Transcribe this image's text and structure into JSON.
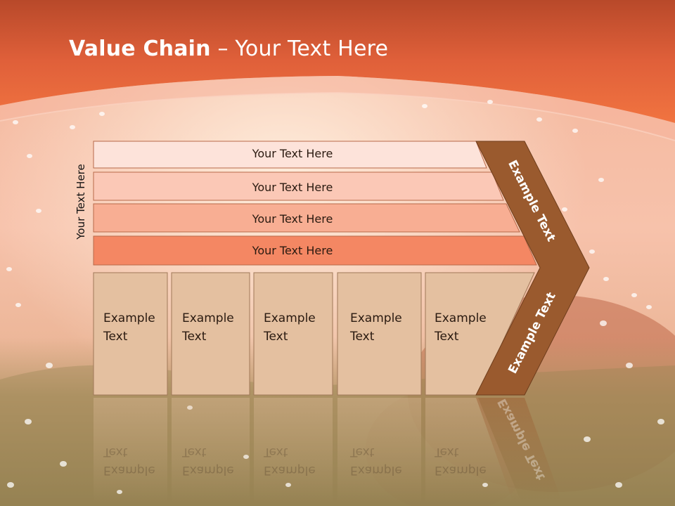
{
  "title": {
    "bold": "Value Chain",
    "rest": " – Your Text Here"
  },
  "side_label": "Your Text Here",
  "bars": [
    {
      "label": "Your Text Here"
    },
    {
      "label": "Your Text Here"
    },
    {
      "label": "Your Text Here"
    },
    {
      "label": "Your Text Here"
    }
  ],
  "boxes": [
    {
      "line1": "Example",
      "line2": "Text"
    },
    {
      "line1": "Example",
      "line2": "Text"
    },
    {
      "line1": "Example",
      "line2": "Text"
    },
    {
      "line1": "Example",
      "line2": "Text"
    },
    {
      "line1": "Example",
      "line2": "Text"
    }
  ],
  "arrow_upper": "Example Text",
  "arrow_lower": "Example Text",
  "colors": {
    "header": "#e8663a",
    "bar1": "#fde3da",
    "bar2": "#fbc8b6",
    "bar3": "#f8ae93",
    "bar4": "#f48763",
    "box": "#e4c0a0",
    "arrow": "#9a5a2e"
  }
}
